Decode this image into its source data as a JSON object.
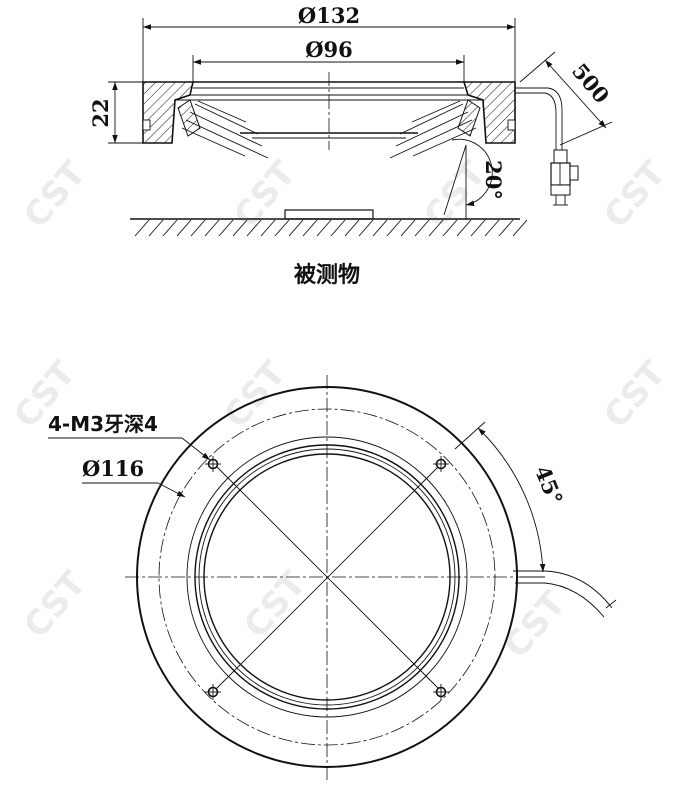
{
  "side_view": {
    "outer_diameter_label": "Ø132",
    "inner_diameter_label": "Ø96",
    "height_label": "22",
    "cable_length_label": "500",
    "angle_label": "20°",
    "object_label": "被测物"
  },
  "top_view": {
    "hole_label": "4-M3牙深4",
    "bolt_circle_label": "Ø116",
    "cable_angle_label": "45°"
  },
  "watermark": {
    "text": "CST"
  },
  "colors": {
    "line": "#111111",
    "watermark": "#dcdcdc",
    "background": "#ffffff"
  }
}
